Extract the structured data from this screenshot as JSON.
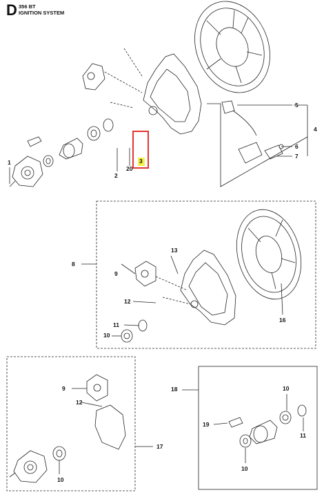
{
  "header": {
    "section_letter": "D",
    "model": "356 BT",
    "section_title": "IGNITION SYSTEM"
  },
  "callouts": {
    "c1": "1",
    "c2": "2",
    "c20": "20",
    "c3": "3",
    "c4": "4",
    "c5": "5",
    "c6": "6",
    "c7": "7",
    "c8": "8",
    "c9a": "9",
    "c10a": "10",
    "c11a": "11",
    "c12a": "12",
    "c13": "13",
    "c16": "16",
    "c9b": "9",
    "c12b": "12",
    "c10b": "10",
    "c17": "17",
    "c18": "18",
    "c19": "19",
    "c10c": "10",
    "c11b": "11",
    "c10d": "10"
  },
  "highlight": {
    "selected_part": "3",
    "color": "#e3342f",
    "marker_color": "#f6f04d"
  }
}
